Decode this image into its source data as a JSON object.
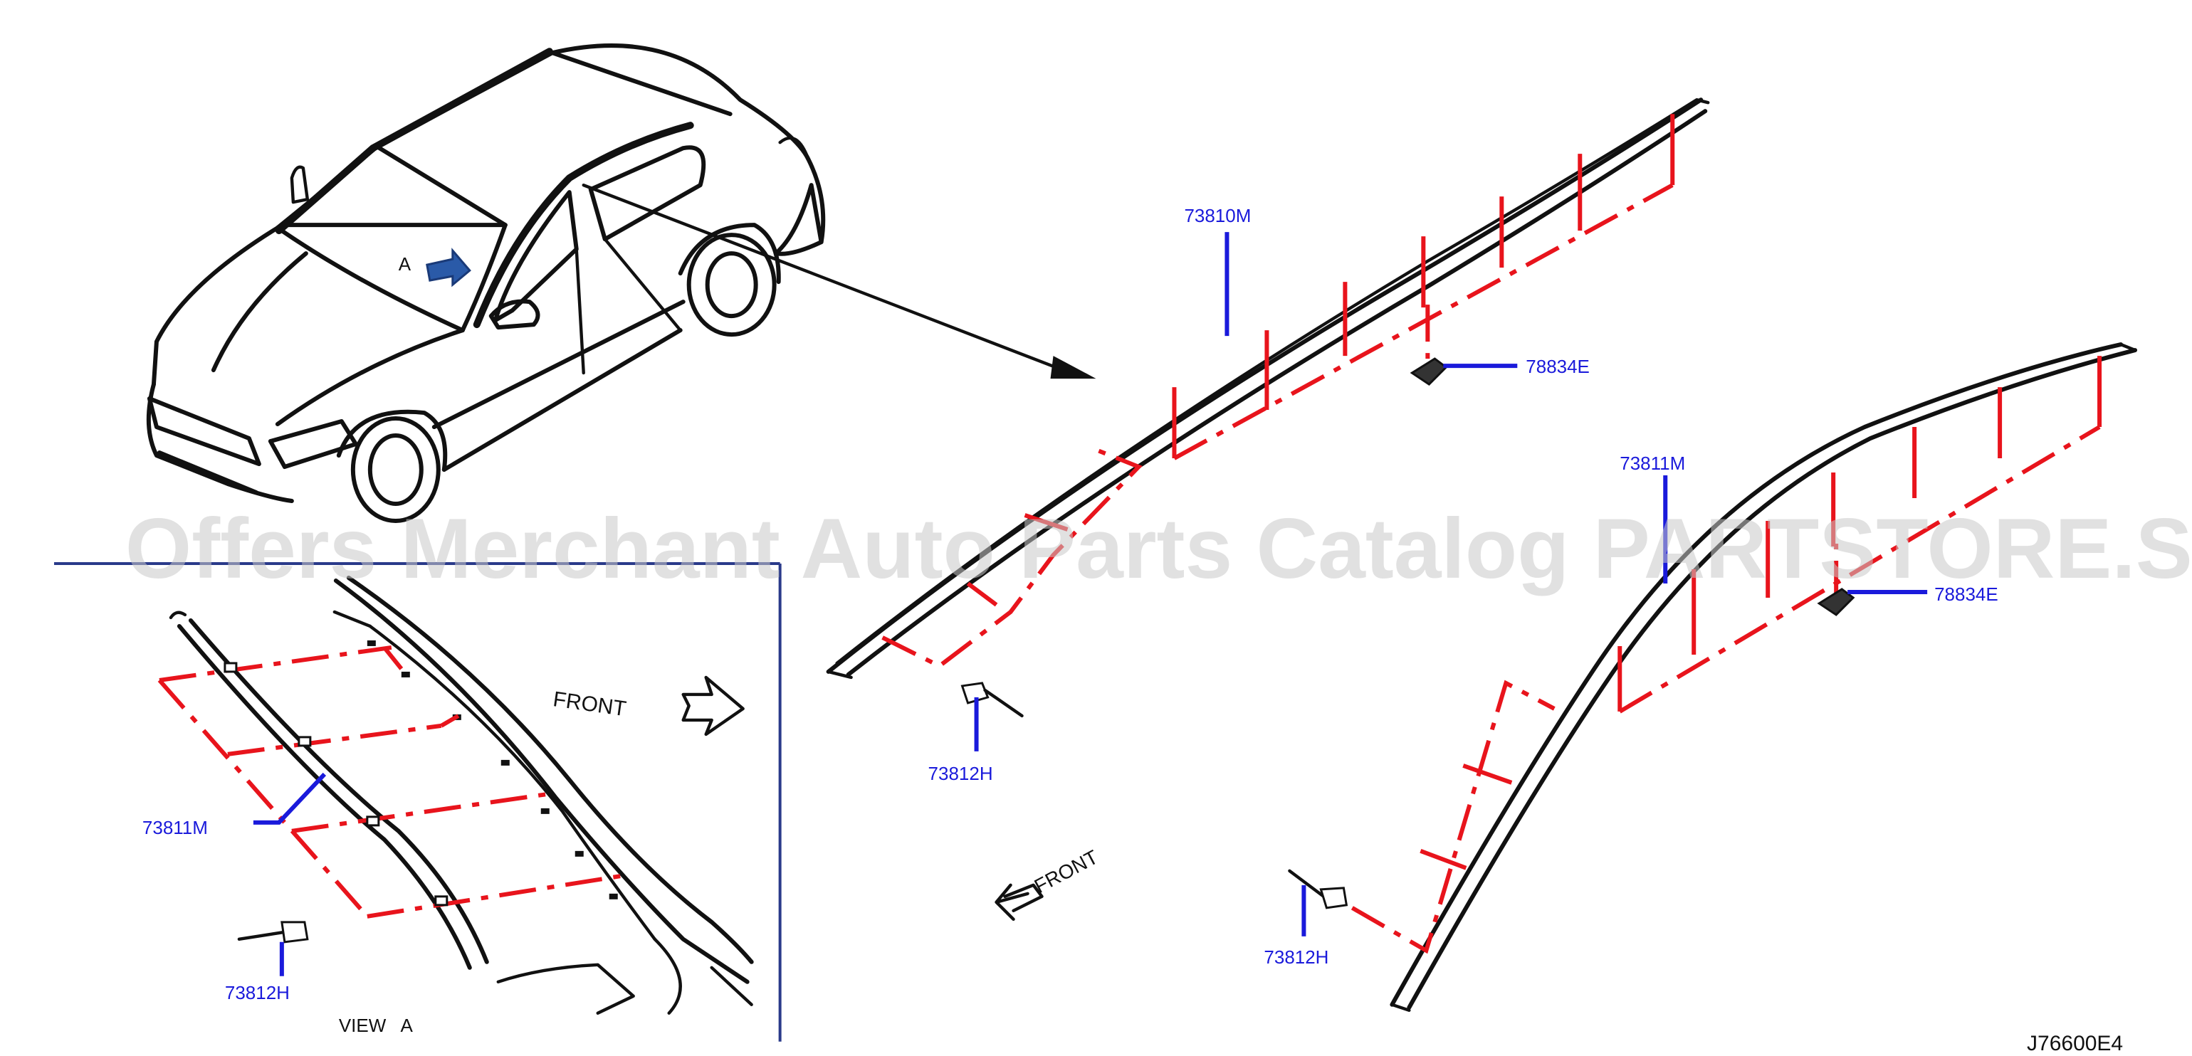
{
  "labels": {
    "part_73810M": "73810M",
    "part_78834E_top": "78834E",
    "part_73811M_right": "73811M",
    "part_78834E_right": "78834E",
    "part_73812H_mid": "73812H",
    "part_73812H_right": "73812H",
    "part_73811M_view": "73811M",
    "part_73812H_view": "73812H",
    "view_a": "VIEW   A",
    "arrow_a": "A",
    "front_view": "FRONT",
    "front_mid": "FRONT",
    "diagram_code": "J76600E4"
  },
  "watermark": "Offers Merchant Auto Parts Catalog PARTSTORE.SA",
  "colors": {
    "label_blue": "#1a1adb",
    "callout_red": "#e8141c",
    "line_black": "#111111",
    "arrow_blue": "#2a5aa8",
    "watermark_gray": "#c8c8c8"
  }
}
